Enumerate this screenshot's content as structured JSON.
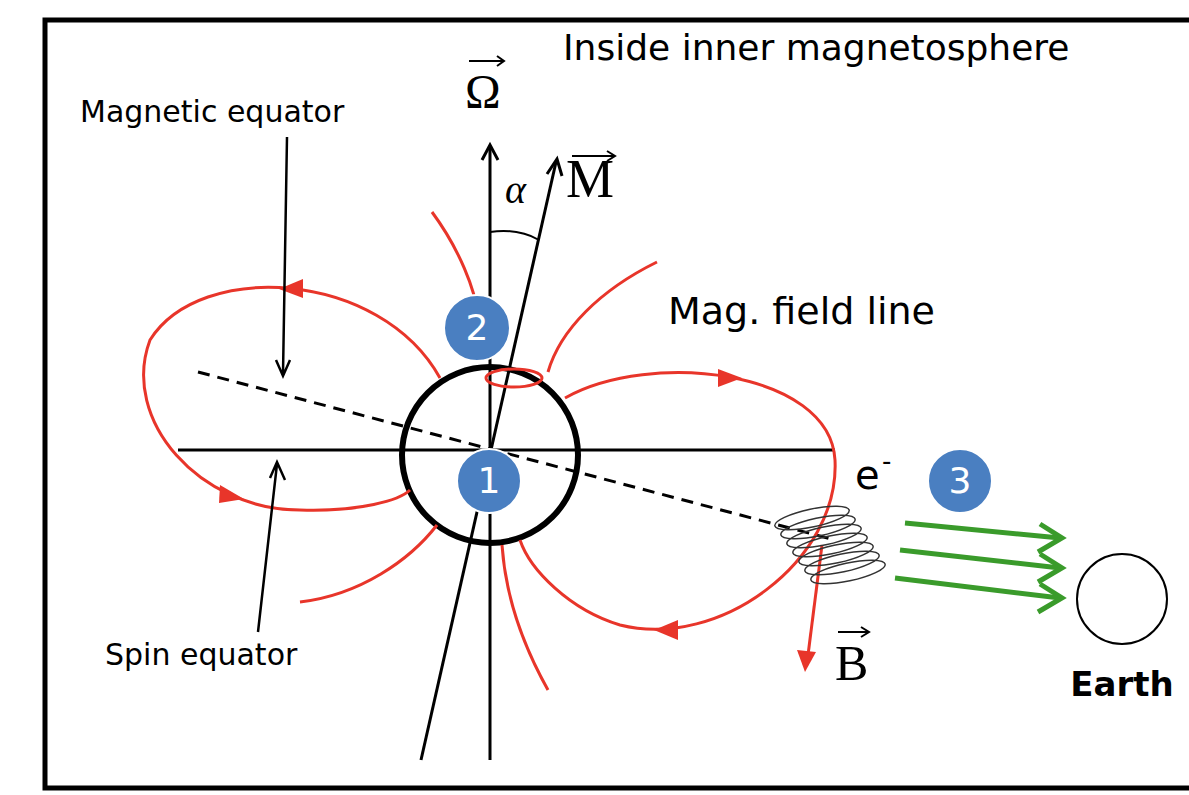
{
  "diagram": {
    "title": "Inside inner magnetosphere",
    "nodes": [
      {
        "text": [
          "2"
        ]
      },
      {
        "text": [
          "1"
        ]
      },
      {
        "text": [
          "3"
        ]
      },
      {
        "text": [
          "Earth"
        ]
      }
    ],
    "labels": [
      "Ω",
      "α",
      "M",
      "Magnetic equator",
      "Mag. field line",
      "e",
      "-",
      "Spin equator",
      "B"
    ]
  }
}
